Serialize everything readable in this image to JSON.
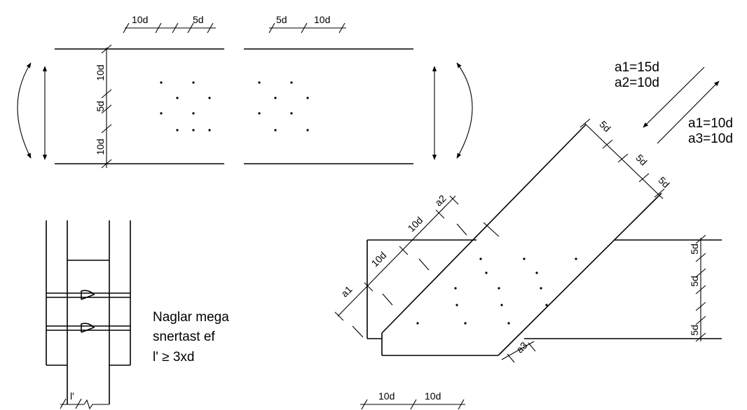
{
  "dims": {
    "d10": "10d",
    "d5": "5d",
    "a1": "a1",
    "a2": "a2",
    "a3": "a3",
    "prime": "l'"
  },
  "spacing_notes": {
    "parallel": [
      "a1=15d",
      "a2=10d"
    ],
    "perpendicular": [
      "a1=10d",
      "a3=10d"
    ]
  },
  "note": {
    "lines": [
      "Naglar mega",
      "snertast ef",
      "l' ≥ 3xd"
    ]
  }
}
